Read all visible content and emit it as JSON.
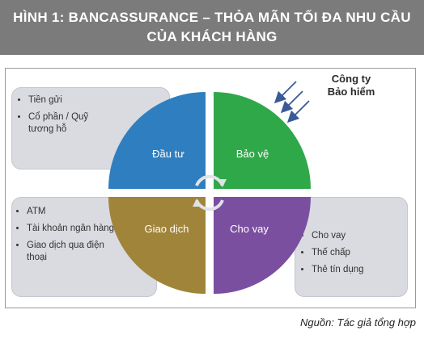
{
  "title": {
    "line1": "HÌNH 1: BANCASSURANCE – THỎA MÃN TỐI ĐA NHU CẦU",
    "line2": "CỦA KHÁCH HÀNG"
  },
  "company": {
    "line1": "Công ty",
    "line2": "Bảo hiểm"
  },
  "quadrants": [
    {
      "label": "Đầu tư",
      "color": "#2f7fc0"
    },
    {
      "label": "Bảo vệ",
      "color": "#2fa84a"
    },
    {
      "label": "Giao dịch",
      "color": "#a0843a"
    },
    {
      "label": "Cho vay",
      "color": "#7b4fa0"
    }
  ],
  "boxes": {
    "top_left": [
      "Tiền gửi",
      "Cổ phần / Quỹ tương hỗ"
    ],
    "bottom_left": [
      "ATM",
      "Tài khoản ngân hàng",
      "Giao dịch qua điện thoại"
    ],
    "bottom_right": [
      "Cho vay",
      "Thế chấp",
      "Thẻ tín dụng"
    ]
  },
  "colors": {
    "title_bg": "#7b7b7b",
    "box_bg": "#d9dbe0",
    "arrow": "#3a5a9a"
  },
  "source": "Nguồn: Tác giả tổng hợp"
}
